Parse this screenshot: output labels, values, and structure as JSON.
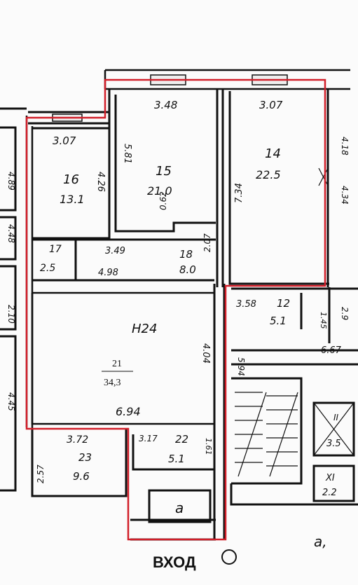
{
  "labels": {
    "room16_num": "16",
    "room16_area": "13.1",
    "room16_w": "3.07",
    "room16_h": "4.26",
    "room15_num": "15",
    "room15_area": "21.0",
    "room15_w": "3.48",
    "room15_h": "5.81",
    "room15_small": "0.62",
    "room14_num": "14",
    "room14_area": "22.5",
    "room14_w": "3.07",
    "room14_h": "7.34",
    "room17_num": "17",
    "room17_area": "2.5",
    "room18_num": "18",
    "room18_area": "8.0",
    "room18_w": "3.49",
    "room18_w2": "4.98",
    "room18_h": "2.07",
    "h24": "H24",
    "hall_num": "21",
    "hall_area": "34,3",
    "hall_w": "6.94",
    "hall_h": "4.04",
    "room12_num": "12",
    "room12_area": "5.1",
    "room12_w": "3.58",
    "room12_h": "1.45",
    "room23_num": "23",
    "room23_area": "9.6",
    "room23_w": "3.72",
    "room23_h": "2.57",
    "room22_num": "22",
    "room22_area": "5.1",
    "room22_w": "3.17",
    "room22_h": "1.61",
    "room_xi": "XI",
    "room_xi_area": "2.2",
    "room_ii": "II",
    "room_ii_area": "3.5",
    "lift_w": "6.67",
    "stair_w": "5.94",
    "lobby": "a",
    "lobby2": "a,",
    "left_dims": [
      "4.89",
      "4.48",
      "2.10",
      "4.45"
    ],
    "right_dims": [
      "4.18",
      "4.34",
      "2.9"
    ],
    "entrance": "ВХОД"
  },
  "colors": {
    "outline": "#d21f2a",
    "ink": "#111111"
  }
}
